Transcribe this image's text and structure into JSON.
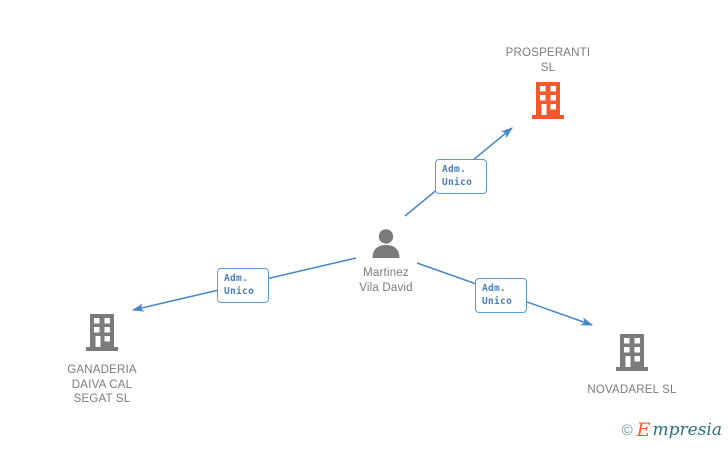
{
  "diagram": {
    "type": "org-relationship-graph",
    "background": "#ffffff",
    "accent_color": "#5b9bd5",
    "edge_label_text_color": "#4a7ebb",
    "company_active_color": "#f4592b",
    "company_inactive_color": "#7b7b7b",
    "person_color": "#7b7b7b",
    "node_text_color": "#7b7b7b"
  },
  "nodes": {
    "person": {
      "name": "Martinez\nVila David",
      "icon": "person-icon",
      "icon_color": "#7b7b7b"
    },
    "prosperanti": {
      "name": "PROSPERANTI\nSL",
      "icon": "building-icon",
      "icon_color": "#f4592b"
    },
    "ganaderia": {
      "name": "GANADERIA\nDAIVA CAL\nSEGAT SL",
      "icon": "building-icon",
      "icon_color": "#7b7b7b"
    },
    "novadarel": {
      "name": "NOVADAREL SL",
      "icon": "building-icon",
      "icon_color": "#7b7b7b"
    }
  },
  "edges": [
    {
      "id": "edge-prosperanti",
      "from": "person",
      "to": "prosperanti",
      "label": "Adm.\nUnico",
      "direction": "up-right"
    },
    {
      "id": "edge-ganaderia",
      "from": "person",
      "to": "ganaderia",
      "label": "Adm.\nUnico",
      "direction": "down-left"
    },
    {
      "id": "edge-novadarel",
      "from": "person",
      "to": "novadarel",
      "label": "Adm.\nUnico",
      "direction": "down-right"
    }
  ],
  "watermark": {
    "copyright": "©",
    "brand_initial": "E",
    "brand_rest": "mpresia"
  }
}
